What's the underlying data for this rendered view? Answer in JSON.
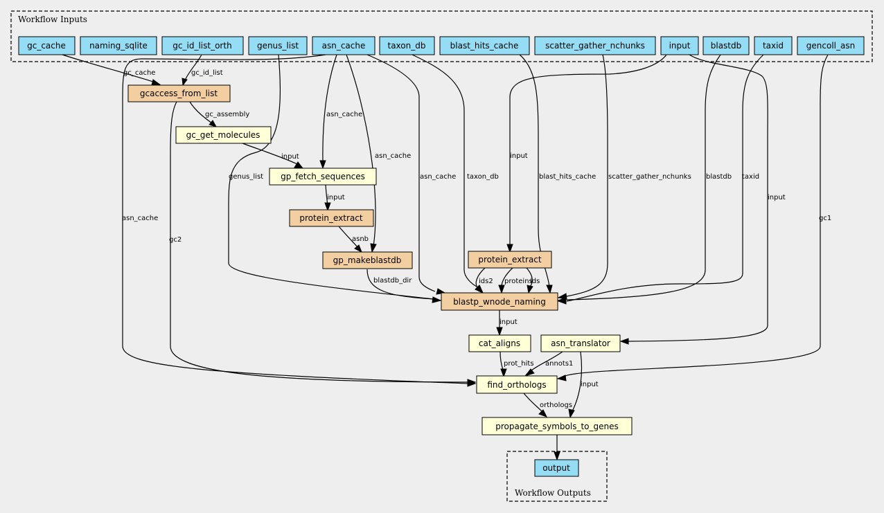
{
  "colors": {
    "input_fill": "#94ddf4",
    "tool_fill": "#f3cea1",
    "subworkflow_fill": "#ffffd8",
    "background": "#eeeeee"
  },
  "clusters": {
    "inputs_title": "Workflow Inputs",
    "outputs_title": "Workflow Outputs"
  },
  "nodes": {
    "gc_cache": "gc_cache",
    "naming_sqlite": "naming_sqlite",
    "gc_id_list_orth": "gc_id_list_orth",
    "genus_list": "genus_list",
    "asn_cache": "asn_cache",
    "taxon_db": "taxon_db",
    "blast_hits_cache": "blast_hits_cache",
    "scatter_gather_nchunks": "scatter_gather_nchunks",
    "input": "input",
    "blastdb": "blastdb",
    "taxid": "taxid",
    "gencoll_asn": "gencoll_asn",
    "gcaccess_from_list": "gcaccess_from_list",
    "gc_get_molecules": "gc_get_molecules",
    "gp_fetch_sequences": "gp_fetch_sequences",
    "protein_extract_1": "protein_extract",
    "gp_makeblastdb": "gp_makeblastdb",
    "protein_extract_2": "protein_extract",
    "blastp_wnode_naming": "blastp_wnode_naming",
    "cat_aligns": "cat_aligns",
    "asn_translator": "asn_translator",
    "find_orthologs": "find_orthologs",
    "propagate_symbols_to_genes": "propagate_symbols_to_genes",
    "output": "output"
  },
  "edge_labels": {
    "gc_cache": "gc_cache",
    "gc_id_list": "gc_id_list",
    "gc_assembly": "gc_assembly",
    "asn_cache_fetch": "asn_cache",
    "input_fetch": "input",
    "asn_cache_makeblastdb": "asn_cache",
    "input_extract": "input",
    "genus_list": "genus_list",
    "asnb": "asnb",
    "asn_cache_blastp": "asn_cache",
    "taxon_db": "taxon_db",
    "blast_hits_cache": "blast_hits_cache",
    "scatter_gather_nchunks": "scatter_gather_nchunks",
    "blastdb": "blastdb",
    "taxid": "taxid",
    "input_protein_extract": "input",
    "ids2": "ids2",
    "proteins": "proteins",
    "ids": "ids",
    "blastdb_dir": "blastdb_dir",
    "input_cat": "input",
    "input_translator": "input",
    "asn_cache_orth": "asn_cache",
    "gc2": "gc2",
    "gc1": "gc1",
    "prot_hits": "prot_hits",
    "annots1": "annots1",
    "input_propagate": "input",
    "orthologs": "orthologs"
  }
}
